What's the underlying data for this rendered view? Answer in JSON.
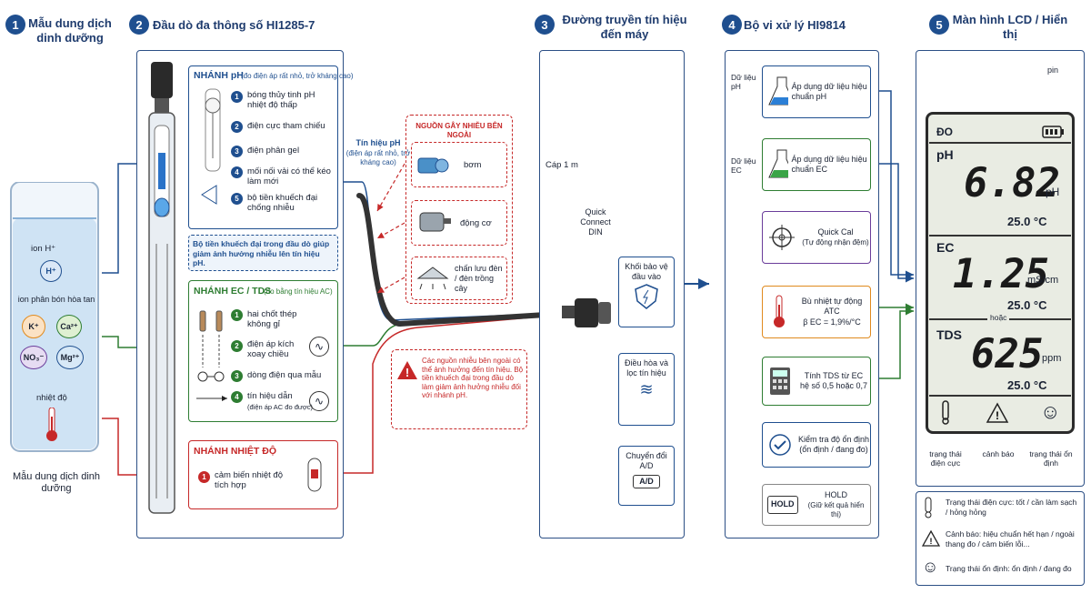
{
  "sections": [
    {
      "num": "1",
      "title": "Mẫu dung dịch dinh dưỡng"
    },
    {
      "num": "2",
      "title": "Đầu dò đa thông số HI1285-7"
    },
    {
      "num": "3",
      "title": "Đường truyền tín hiệu đến máy"
    },
    {
      "num": "4",
      "title": "Bộ vi xử lý HI9814"
    },
    {
      "num": "5",
      "title": "Màn hình LCD / Hiển thị"
    }
  ],
  "sample": {
    "ion_h": "ion H⁺",
    "h_symbol": "H⁺",
    "fertilizer": "ion phân bón hòa tan",
    "ions": [
      "K⁺",
      "Ca²⁺",
      "NO₃⁻",
      "Mg²⁺"
    ],
    "temp": "nhiệt độ",
    "caption": "Mẫu dung dịch dinh dưỡng"
  },
  "ph_branch": {
    "title": "NHÁNH pH",
    "subtitle": "(đo điện áp rất nhỏ, trở kháng cao)",
    "items": [
      {
        "n": "1",
        "text": "bóng thủy tinh pH nhiệt độ thấp"
      },
      {
        "n": "2",
        "text": "điện cực tham chiếu"
      },
      {
        "n": "3",
        "text": "điện phân gel"
      },
      {
        "n": "4",
        "text": "mối nối vải có thể kéo làm mới"
      },
      {
        "n": "5",
        "text": "bộ tiền khuếch đại chống nhiễu"
      }
    ],
    "note": "Bộ tiền khuếch đại trong đầu dò giúp giảm ảnh hưởng nhiễu lên tín hiệu pH.",
    "signal_label": "Tín hiệu pH",
    "signal_sub": "(điện áp rất nhỏ, trở kháng cao)"
  },
  "ec_branch": {
    "title": "NHÁNH EC / TDS",
    "subtitle": "(đo bằng tín hiệu AC)",
    "items": [
      {
        "n": "1",
        "text": "hai chốt thép không gỉ"
      },
      {
        "n": "2",
        "text": "điện áp kích xoay chiều"
      },
      {
        "n": "3",
        "text": "dòng điện qua mẫu"
      },
      {
        "n": "4",
        "text": "tín hiệu dẫn",
        "sub": "(điện áp AC đo được)"
      }
    ]
  },
  "temp_branch": {
    "title": "NHÁNH NHIỆT ĐỘ",
    "items": [
      {
        "n": "1",
        "text": "cảm biến nhiệt độ tích hợp"
      }
    ]
  },
  "noise": {
    "title": "NGUỒN GÂY NHIỄU BÊN NGOÀI",
    "sources": [
      "bơm",
      "động cơ",
      "chấn lưu đèn / đèn trồng cây"
    ],
    "warning": "Các nguồn nhiễu bên ngoài có thể ảnh hưởng đến tín hiệu. Bộ tiền khuếch đại trong đầu dò làm giảm ảnh hưởng nhiễu đối với nhánh pH."
  },
  "transmission": {
    "cable": "Cáp 1 m",
    "connector": "Quick Connect DIN",
    "protect": "Khối bảo vệ đầu vào",
    "filter": "Điều hòa và lọc tín hiệu",
    "adc": "Chuyển đổi A/D",
    "adc_chip": "A/D"
  },
  "processor": {
    "data_ph": "Dữ liệu pH",
    "data_ec": "Dữ liệu EC",
    "boxes": [
      "Áp dụng dữ liệu hiệu chuẩn pH",
      "Áp dụng dữ liệu hiệu chuẩn EC",
      "Quick Cal",
      "(Tự động nhận đệm)",
      "Bù nhiệt tự động ATC",
      "β EC = 1,9%/°C",
      "Tính TDS từ EC",
      "hệ số 0,5 hoặc 0,7",
      "Kiểm tra độ ổn định",
      "(ổn định / đang đo)",
      "HOLD",
      "(Giữ kết quả hiển thị)"
    ],
    "hold_key": "HOLD"
  },
  "lcd": {
    "pin_label": "pin",
    "mode": "ĐO",
    "ph_label": "pH",
    "ph_value": "6.82",
    "ph_unit": "pH",
    "ph_temp": "25.0 °C",
    "ec_label": "EC",
    "ec_value": "1.25",
    "ec_unit": "mS/cm",
    "ec_temp": "25.0 °C",
    "or_label": "hoặc",
    "tds_label": "TDS",
    "tds_value": "625",
    "tds_unit": "ppm",
    "tds_temp": "25.0 °C",
    "status_labels": [
      "trạng thái điện cực",
      "cảnh báo",
      "trạng thái ổn định"
    ]
  },
  "legend": [
    "Trạng thái điện cực: tốt / cần làm sạch / hỏng hỏng",
    "Cảnh báo: hiệu chuẩn hết hạn / ngoài thang đo / cảm biến lỗi...",
    "Trạng thái ổn định: ổn định / đang đo"
  ],
  "colors": {
    "blue": "#1f4f8f",
    "green": "#2e7d32",
    "red": "#c62828",
    "purple": "#6a3d9a",
    "orange": "#e08a1e"
  }
}
